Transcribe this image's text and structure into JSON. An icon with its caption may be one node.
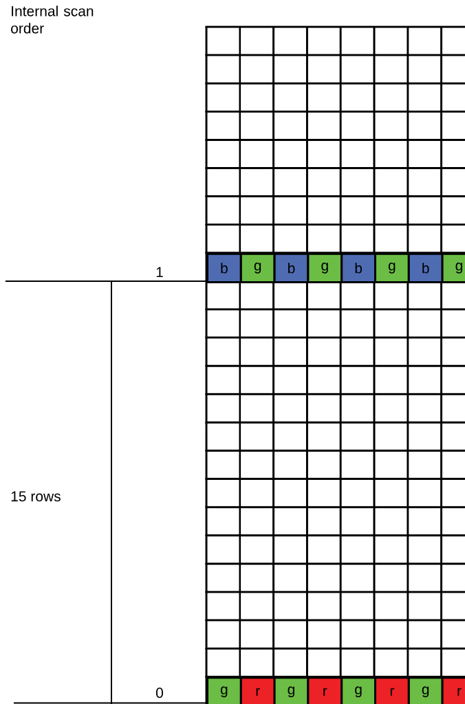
{
  "diagram": {
    "labels": [
      "Internal scan order",
      "1",
      "b",
      "g",
      "b",
      "g",
      "b",
      "g",
      "b",
      "g",
      "15 rows",
      "0",
      "g",
      "r",
      "g",
      "r",
      "g",
      "r",
      "g",
      "r"
    ]
  }
}
